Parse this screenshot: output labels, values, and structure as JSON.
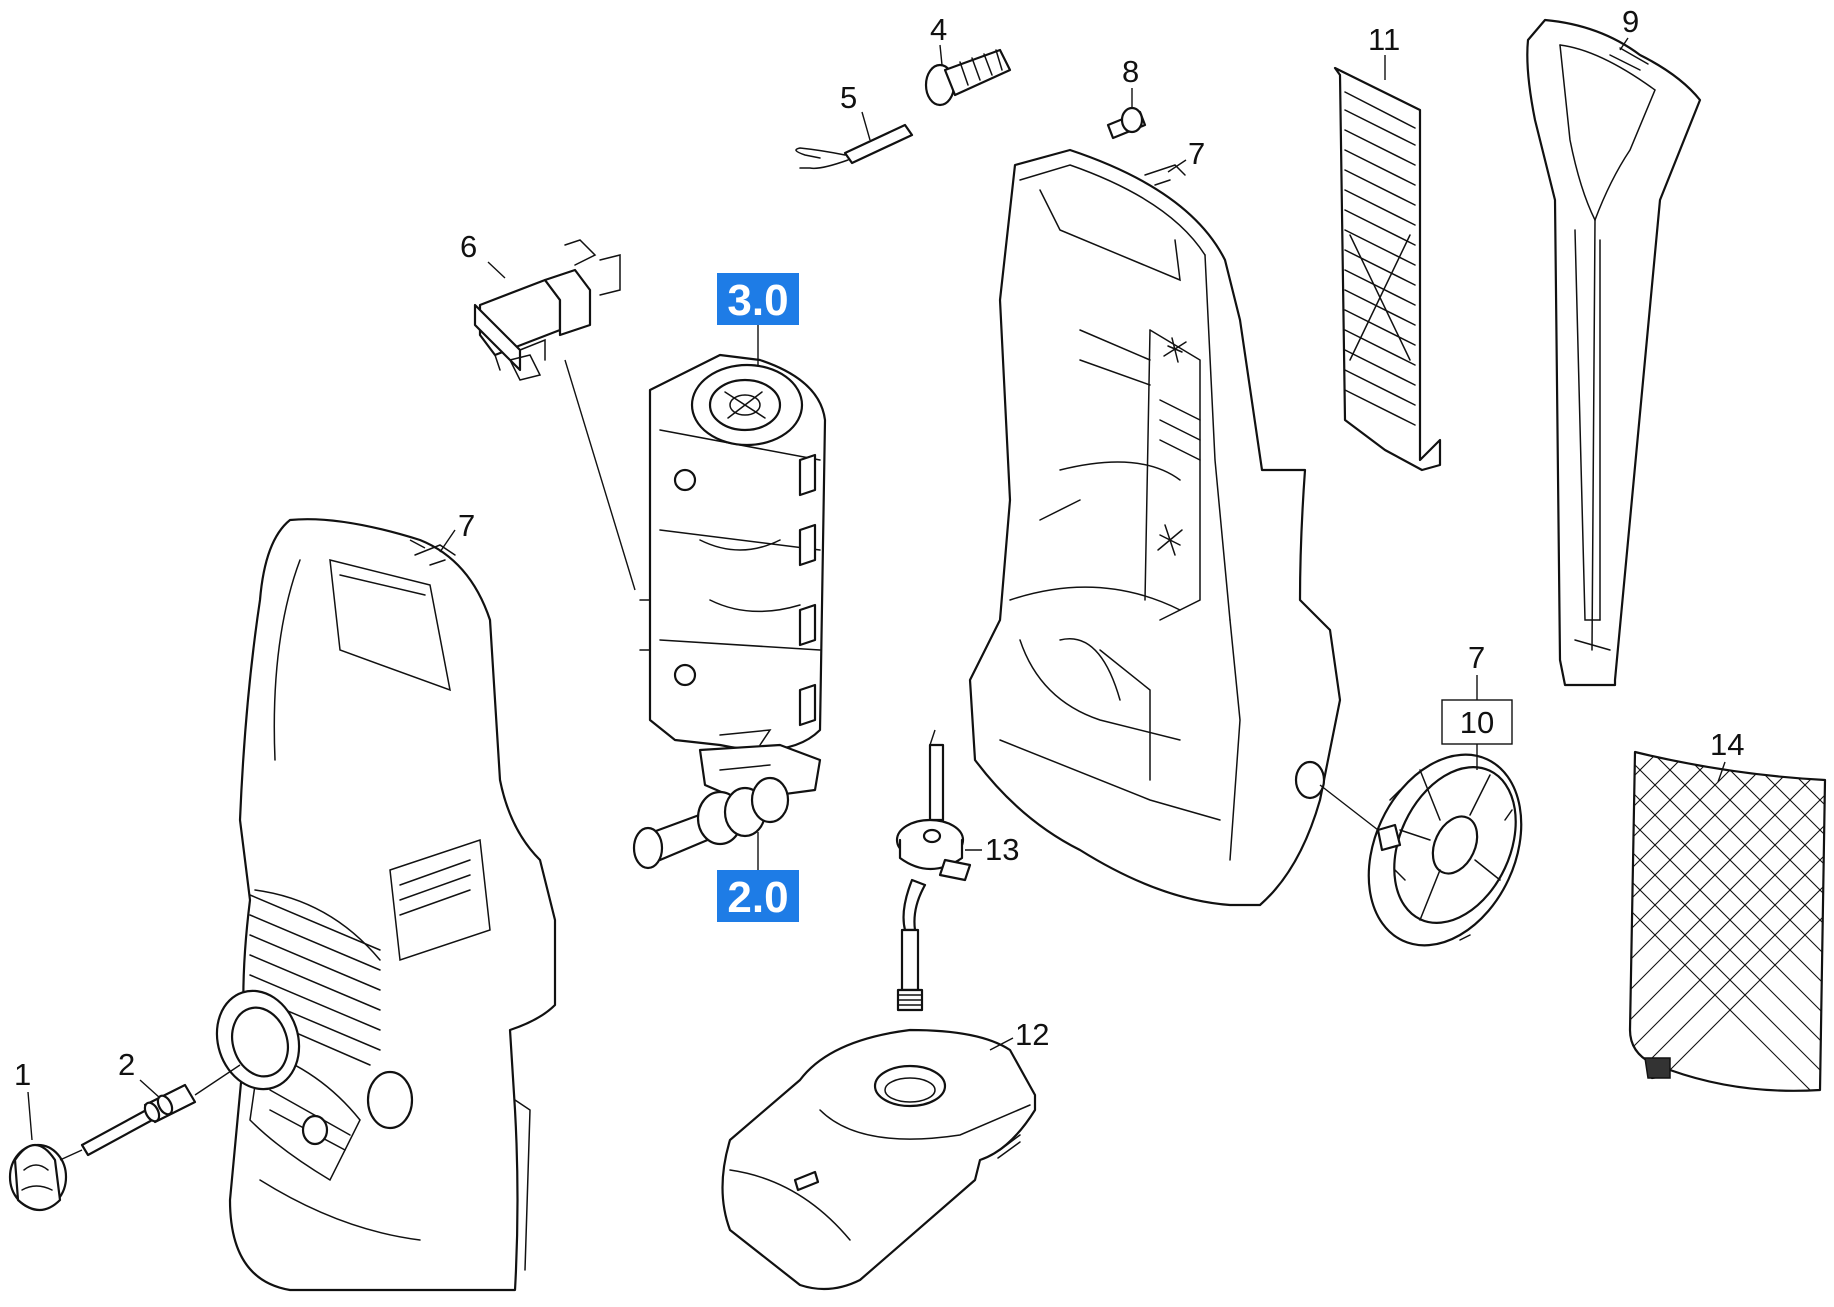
{
  "colors": {
    "badge": "#1e7ce6",
    "line": "#111111",
    "background": "#ffffff"
  },
  "callouts": {
    "c1": "1",
    "c2": "2",
    "c4": "4",
    "c5": "5",
    "c6": "6",
    "c7_front": "7",
    "c7_back": "7",
    "c7_wheel": "7",
    "c8": "8",
    "c9": "9",
    "c10": "10",
    "c11": "11",
    "c12": "12",
    "c13": "13",
    "c14": "14"
  },
  "assemblies": {
    "pump": "3.0",
    "valve": "2.0"
  }
}
